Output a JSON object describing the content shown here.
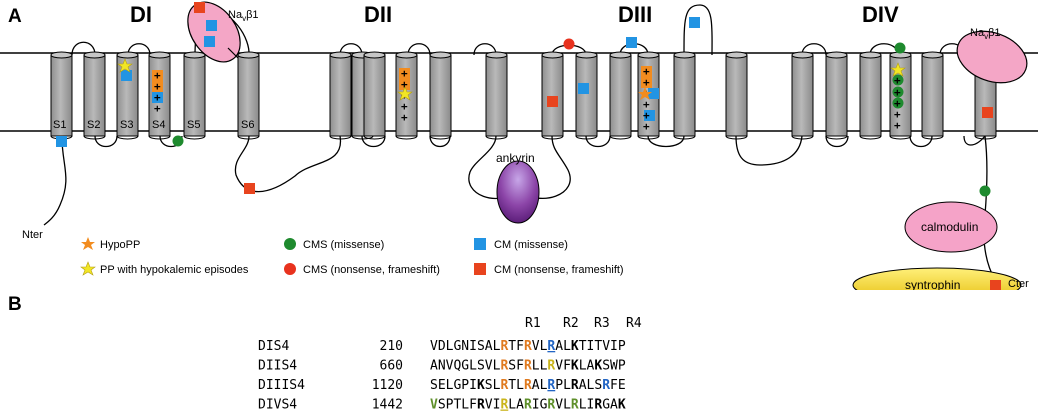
{
  "panels": {
    "a": "A",
    "b": "B"
  },
  "domains": [
    "DI",
    "DII",
    "DIII",
    "DIV"
  ],
  "segments": [
    "S1",
    "S2",
    "S3",
    "S4",
    "S5",
    "S6"
  ],
  "beta_label": {
    "main": "Na",
    "sub": "v",
    "tail": "β1"
  },
  "termini": {
    "n": "Nter",
    "c": "Cter"
  },
  "proteins": {
    "ankyrin": "ankyrin",
    "calmodulin": "calmodulin",
    "syntrophin": "syntrophin"
  },
  "charge_symbol": "+",
  "colors": {
    "helix": "#a6a6a6",
    "beta": "#f4a6c6",
    "ankyrin": "#8c45a8",
    "calmodulin": "#f5a3c8",
    "syntrophin": "#f7d52a",
    "cms_missense": "#1e8a2e",
    "cms_nonsense": "#e8321e",
    "cm_missense": "#2294e3",
    "cm_nonsense": "#e8441e",
    "hypopp": "#f28c1f",
    "pp": "#f2e626",
    "arg_orange": "#e07a1f",
    "arg_blue": "#2265c4",
    "arg_yellow": "#c9b41a",
    "arg_green": "#5e8f2a"
  },
  "legend": [
    {
      "marker": "orange-star",
      "label": "HypoPP"
    },
    {
      "marker": "yellow-star",
      "label": "PP with hypokalemic episodes"
    },
    {
      "marker": "green-circle",
      "label": "CMS (missense)"
    },
    {
      "marker": "red-circle",
      "label": "CMS (nonsense, frameshift)"
    },
    {
      "marker": "blue-square",
      "label": "CM (missense)"
    },
    {
      "marker": "red-square",
      "label": "CM (nonsense, frameshift)"
    }
  ],
  "sequence": {
    "headers": [
      "R1",
      "R2",
      "R3",
      "R4"
    ],
    "rows": [
      {
        "name": "DIS4",
        "pos": "210",
        "residues": [
          {
            "t": "VDLGNISAL"
          },
          {
            "t": "R",
            "c": "arg_orange",
            "b": true
          },
          {
            "t": "TF"
          },
          {
            "t": "R",
            "c": "arg_orange",
            "b": true
          },
          {
            "t": "VL"
          },
          {
            "t": "R",
            "c": "arg_blue",
            "b": true,
            "u": true
          },
          {
            "t": "AL"
          },
          {
            "t": "K",
            "b": true
          },
          {
            "t": "TITVIP"
          }
        ]
      },
      {
        "name": "DIIS4",
        "pos": "660",
        "residues": [
          {
            "t": "ANVQGLSVL"
          },
          {
            "t": "R",
            "c": "arg_orange",
            "b": true
          },
          {
            "t": "SF"
          },
          {
            "t": "R",
            "c": "arg_orange",
            "b": true
          },
          {
            "t": "LL"
          },
          {
            "t": "R",
            "c": "arg_yellow",
            "b": true
          },
          {
            "t": "VF"
          },
          {
            "t": "K",
            "b": true
          },
          {
            "t": "LA"
          },
          {
            "t": "K",
            "b": true
          },
          {
            "t": "SWP"
          }
        ]
      },
      {
        "name": "DIIIS4",
        "pos": "1120",
        "residues": [
          {
            "t": "SELGPI"
          },
          {
            "t": "K",
            "b": true
          },
          {
            "t": "SL"
          },
          {
            "t": "R",
            "c": "arg_orange",
            "b": true
          },
          {
            "t": "TL"
          },
          {
            "t": "R",
            "c": "arg_orange",
            "b": true
          },
          {
            "t": "AL"
          },
          {
            "t": "R",
            "c": "arg_blue",
            "b": true,
            "u": true
          },
          {
            "t": "PL"
          },
          {
            "t": "R",
            "b": true
          },
          {
            "t": "ALS"
          },
          {
            "t": "R",
            "c": "arg_blue",
            "b": true
          },
          {
            "t": "FE"
          }
        ]
      },
      {
        "name": "DIVS4",
        "pos": "1442",
        "residues": [
          {
            "t": "V",
            "c": "arg_green",
            "b": true
          },
          {
            "t": "SPTLF"
          },
          {
            "t": "R",
            "b": true
          },
          {
            "t": "VI"
          },
          {
            "t": "R",
            "c": "arg_yellow",
            "b": true,
            "u": true
          },
          {
            "t": "LA"
          },
          {
            "t": "R",
            "c": "arg_green",
            "b": true
          },
          {
            "t": "IG"
          },
          {
            "t": "R",
            "c": "arg_green",
            "b": true
          },
          {
            "t": "VL"
          },
          {
            "t": "R",
            "c": "arg_green",
            "b": true
          },
          {
            "t": "LI"
          },
          {
            "t": "R",
            "b": true
          },
          {
            "t": "GA"
          },
          {
            "t": "K",
            "b": true
          }
        ]
      }
    ]
  }
}
